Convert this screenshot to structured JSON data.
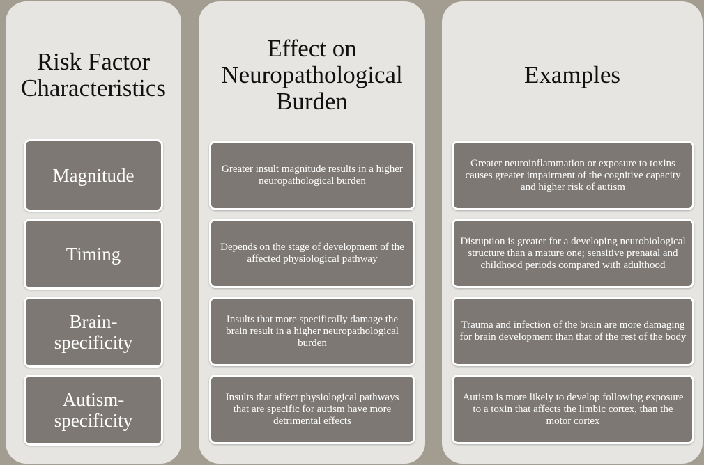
{
  "columns": [
    {
      "header": "Risk Factor Characteristics",
      "items": [
        "Magnitude",
        "Timing",
        "Brain-specificity",
        "Autism-specificity"
      ]
    },
    {
      "header": "Effect on Neuropathological Burden",
      "items": [
        "Greater insult magnitude results in a higher neuropathological burden",
        "Depends on the stage of development of the affected physiological pathway",
        "Insults that more specifically damage the brain result in a higher neuropathological burden",
        "Insults that affect physiological pathways that are specific for autism have more detrimental effects"
      ]
    },
    {
      "header": "Examples",
      "items": [
        "Greater neuroinflammation or exposure to toxins causes greater impairment of the cognitive capacity and higher risk of autism",
        "Disruption is greater for a developing neurobiological structure than a mature one; sensitive prenatal and childhood periods compared with adulthood",
        "Trauma and infection of the brain are more damaging for brain development than that of the rest of the body",
        "Autism is more likely to develop following exposure to a toxin that affects the limbic cortex, than the motor cortex"
      ]
    }
  ],
  "colors": {
    "background": "#a39c90",
    "panel": "#e6e5e2",
    "box": "#7d7873",
    "box_border": "#ffffff"
  }
}
